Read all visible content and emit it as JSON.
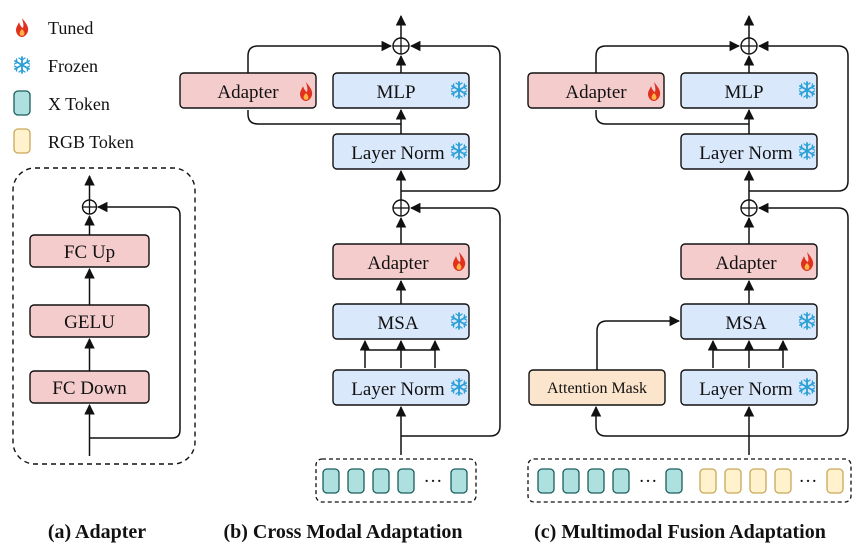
{
  "legend": {
    "tuned": "Tuned",
    "frozen": "Frozen",
    "x_token": "X Token",
    "rgb_token": "RGB Token"
  },
  "panel_a": {
    "fc_up": "FC Up",
    "gelu": "GELU",
    "fc_down": "FC Down",
    "caption": "(a) Adapter"
  },
  "panel_b": {
    "adapter_top": "Adapter",
    "mlp": "MLP",
    "layer_norm_top": "Layer Norm",
    "adapter_mid": "Adapter",
    "msa": "MSA",
    "layer_norm_bottom": "Layer Norm",
    "token_ellipsis": "···",
    "caption": "(b) Cross Modal Adaptation"
  },
  "panel_c": {
    "adapter_top": "Adapter",
    "mlp": "MLP",
    "layer_norm_top": "Layer Norm",
    "adapter_mid": "Adapter",
    "msa": "MSA",
    "attention_mask": "Attention Mask",
    "layer_norm_bottom": "Layer Norm",
    "token_ellipsis_1": "···",
    "token_ellipsis_2": "···",
    "caption": "(c) Multimodal Fusion Adaptation"
  },
  "colors": {
    "tuned_fill": "#f4cccc",
    "frozen_fill": "#dae8fc",
    "x_token_fill": "#aee0e0",
    "rgb_token_fill": "#fff2cc",
    "mask_fill": "#fbe5cd",
    "flame": "#e0301e",
    "snowflake": "#2a9fd6"
  }
}
